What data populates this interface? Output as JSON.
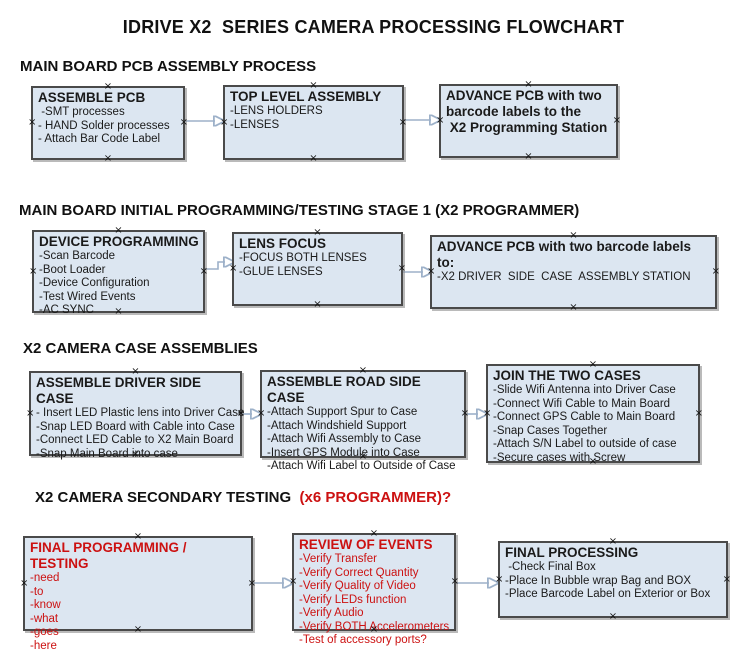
{
  "title": "IDRIVE X2  SERIES CAMERA PROCESSING FLOWCHART",
  "colors": {
    "box_fill": "#dce6f1",
    "box_border": "#4a4a4a",
    "red_text": "#cc1111",
    "black_text": "#1a1a1a",
    "arrow_line": "#9db1c9",
    "arrow_head": "#36558e"
  },
  "icons": {
    "connector_handle": "×"
  },
  "sections": [
    {
      "heading": "MAIN BOARD PCB ASSEMBLY PROCESS",
      "boxes": [
        {
          "title": "ASSEMBLE PCB",
          "items": [
            " -SMT processes",
            "- HAND Solder processes",
            "- Attach Bar Code Label"
          ]
        },
        {
          "title": "TOP LEVEL ASSEMBLY",
          "items": [
            "-LENS HOLDERS",
            "-LENSES"
          ]
        },
        {
          "title": "ADVANCE PCB with two\nbarcode labels to the\n X2 Programming Station",
          "items": []
        }
      ]
    },
    {
      "heading": "MAIN BOARD INITIAL PROGRAMMING/TESTING STAGE 1 (X2 PROGRAMMER)",
      "boxes": [
        {
          "title": "DEVICE PROGRAMMING",
          "items": [
            "-Scan Barcode",
            "-Boot Loader",
            "-Device Configuration",
            "-Test Wired Events",
            "-AC SYNC"
          ]
        },
        {
          "title": "LENS FOCUS",
          "items": [
            "-FOCUS BOTH LENSES",
            "-GLUE LENSES"
          ]
        },
        {
          "title": "ADVANCE PCB with two barcode labels to:",
          "items": [
            "-X2 DRIVER  SIDE  CASE  ASSEMBLY STATION"
          ]
        }
      ]
    },
    {
      "heading": "X2 CAMERA CASE ASSEMBLIES",
      "boxes": [
        {
          "title": "ASSEMBLE DRIVER SIDE CASE",
          "items": [
            "- Insert LED Plastic lens into Driver Case",
            "-Snap LED Board with Cable into Case",
            "-Connect LED Cable to X2 Main Board",
            "-Snap Main Board into case"
          ]
        },
        {
          "title": "ASSEMBLE ROAD SIDE CASE",
          "items": [
            "-Attach Support Spur to Case",
            "-Attach Windshield Support",
            "-Attach Wifi Assembly to Case",
            "-Insert GPS Module into Case",
            "-Attach Wifi Label to Outside of Case"
          ]
        },
        {
          "title": "JOIN THE TWO CASES",
          "items": [
            "-Slide Wifi Antenna into Driver Case",
            "-Connect Wifi Cable to Main Board",
            "-Connect GPS Cable to Main Board",
            "-Snap Cases Together",
            "-Attach S/N Label to outside of case",
            "-Secure cases with Screw"
          ]
        }
      ]
    },
    {
      "heading": "X2 CAMERA SECONDARY TESTING  ",
      "heading_red": "(x6 PROGRAMMER)?",
      "boxes": [
        {
          "title": "FINAL PROGRAMMING / TESTING",
          "items": [
            "-need",
            "-to",
            "-know",
            "-what",
            "-goes",
            "-here"
          ]
        },
        {
          "title": "REVIEW OF EVENTS",
          "items": [
            "-Verify Transfer",
            "-Verify Correct Quantity",
            "-Verify Quality of Video",
            "-Verify LEDs function",
            "-Verify Audio",
            "-Verify BOTH Accelerometers",
            "-Test of accessory ports?"
          ]
        },
        {
          "title": "FINAL PROCESSING",
          "items": [
            " -Check Final Box",
            "-Place In Bubble wrap Bag and BOX",
            "-Place Barcode Label on Exterior or Box"
          ]
        }
      ]
    }
  ]
}
